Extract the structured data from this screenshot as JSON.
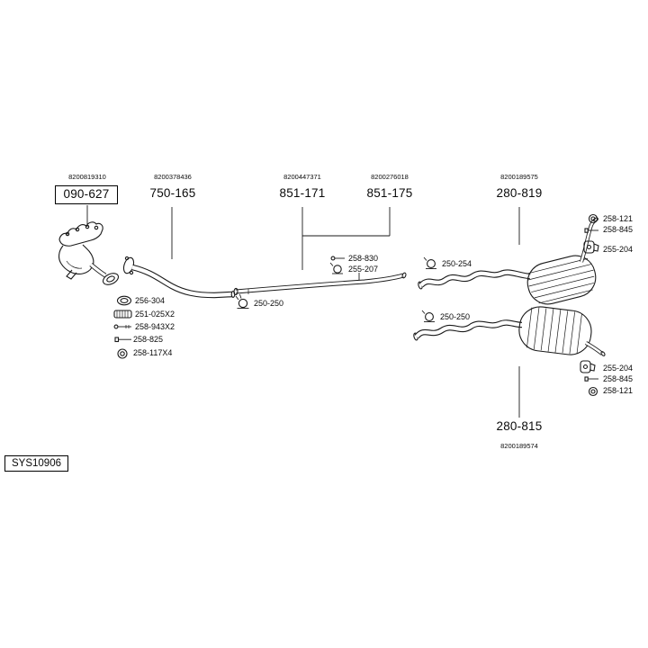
{
  "diagram_code": "SYS10906",
  "colors": {
    "ink": "#000000",
    "background": "#ffffff"
  },
  "sections": [
    {
      "oe_ref": "8200819310",
      "part_no": "090-627",
      "boxed": true
    },
    {
      "oe_ref": "8200378436",
      "part_no": "750-165",
      "boxed": false
    },
    {
      "oe_ref": "8200447371",
      "part_no": "851-171",
      "boxed": false
    },
    {
      "oe_ref": "8200276018",
      "part_no": "851-175",
      "boxed": false
    },
    {
      "oe_ref": "8200189575",
      "part_no": "280-819",
      "boxed": false
    },
    {
      "oe_ref": "8200189574",
      "part_no": "280-815",
      "boxed": false
    }
  ],
  "manifold_parts": [
    {
      "part_no": "256-304",
      "icon": "gasket-ring-icon"
    },
    {
      "part_no": "251-025X2",
      "icon": "spring-icon"
    },
    {
      "part_no": "258-943X2",
      "icon": "stud-bolt-icon"
    },
    {
      "part_no": "258-825",
      "icon": "bolt-icon"
    },
    {
      "part_no": "258-117X4",
      "icon": "washer-ring-icon"
    }
  ],
  "center_parts": [
    {
      "part_no": "250-250",
      "icon": "clamp-icon"
    },
    {
      "part_no": "258-830",
      "icon": "bolt-icon"
    },
    {
      "part_no": "255-207",
      "icon": "clamp-icon"
    }
  ],
  "rear_upper_parts": [
    {
      "part_no": "250-254",
      "icon": "clamp-icon"
    },
    {
      "part_no": "258-121",
      "icon": "washer-ring-icon"
    },
    {
      "part_no": "258-845",
      "icon": "bolt-icon"
    },
    {
      "part_no": "255-204",
      "icon": "hanger-icon"
    }
  ],
  "rear_lower_parts": [
    {
      "part_no": "250-250",
      "icon": "clamp-icon"
    },
    {
      "part_no": "255-204",
      "icon": "hanger-icon"
    },
    {
      "part_no": "258-845",
      "icon": "bolt-icon"
    },
    {
      "part_no": "258-121",
      "icon": "washer-ring-icon"
    }
  ]
}
